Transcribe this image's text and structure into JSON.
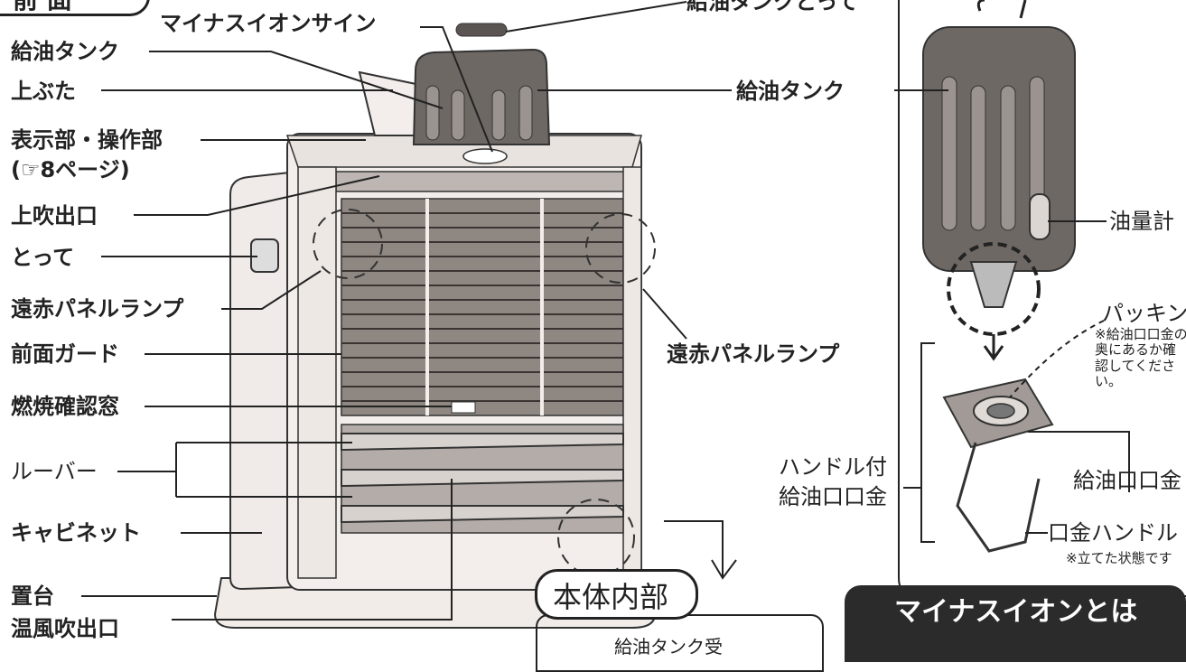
{
  "title": "前 面",
  "labels": {
    "minus_ion_sign": "マイナスイオンサイン",
    "carry_handle_top": "給油タンクとって",
    "fuel_tank_left": "給油タンク",
    "top_lid": "上ぶた",
    "display_panel": "表示部・操作部",
    "display_panel_ref": "(☞8ページ)",
    "upper_outlet": "上吹出口",
    "handle": "とって",
    "far_ir_lamp_left": "遠赤パネルランプ",
    "front_guard": "前面ガード",
    "combustion_window": "燃焼確認窓",
    "louver": "ルーバー",
    "cabinet": "キャビネット",
    "stand": "置台",
    "warm_air_outlet": "温風吹出口",
    "fuel_tank_right": "給油タンク",
    "far_ir_lamp_right": "遠赤パネルランプ",
    "oil_gauge": "油量計",
    "packing": "パッキン(黒",
    "packing_note": "※給油口口金の\n奥にあるか確\n認してくださ\nい。",
    "handle_cap_line1": "ハンドル付",
    "handle_cap_line2": "給油口口金",
    "fuel_cap": "給油口口金",
    "cap_handle": "口金ハンドル",
    "cap_handle_note": "※立てた状態です",
    "inner_title": "本体内部",
    "inner_sub": "給油タンク受",
    "minus_ion_header": "マイナスイオンとは"
  }
}
